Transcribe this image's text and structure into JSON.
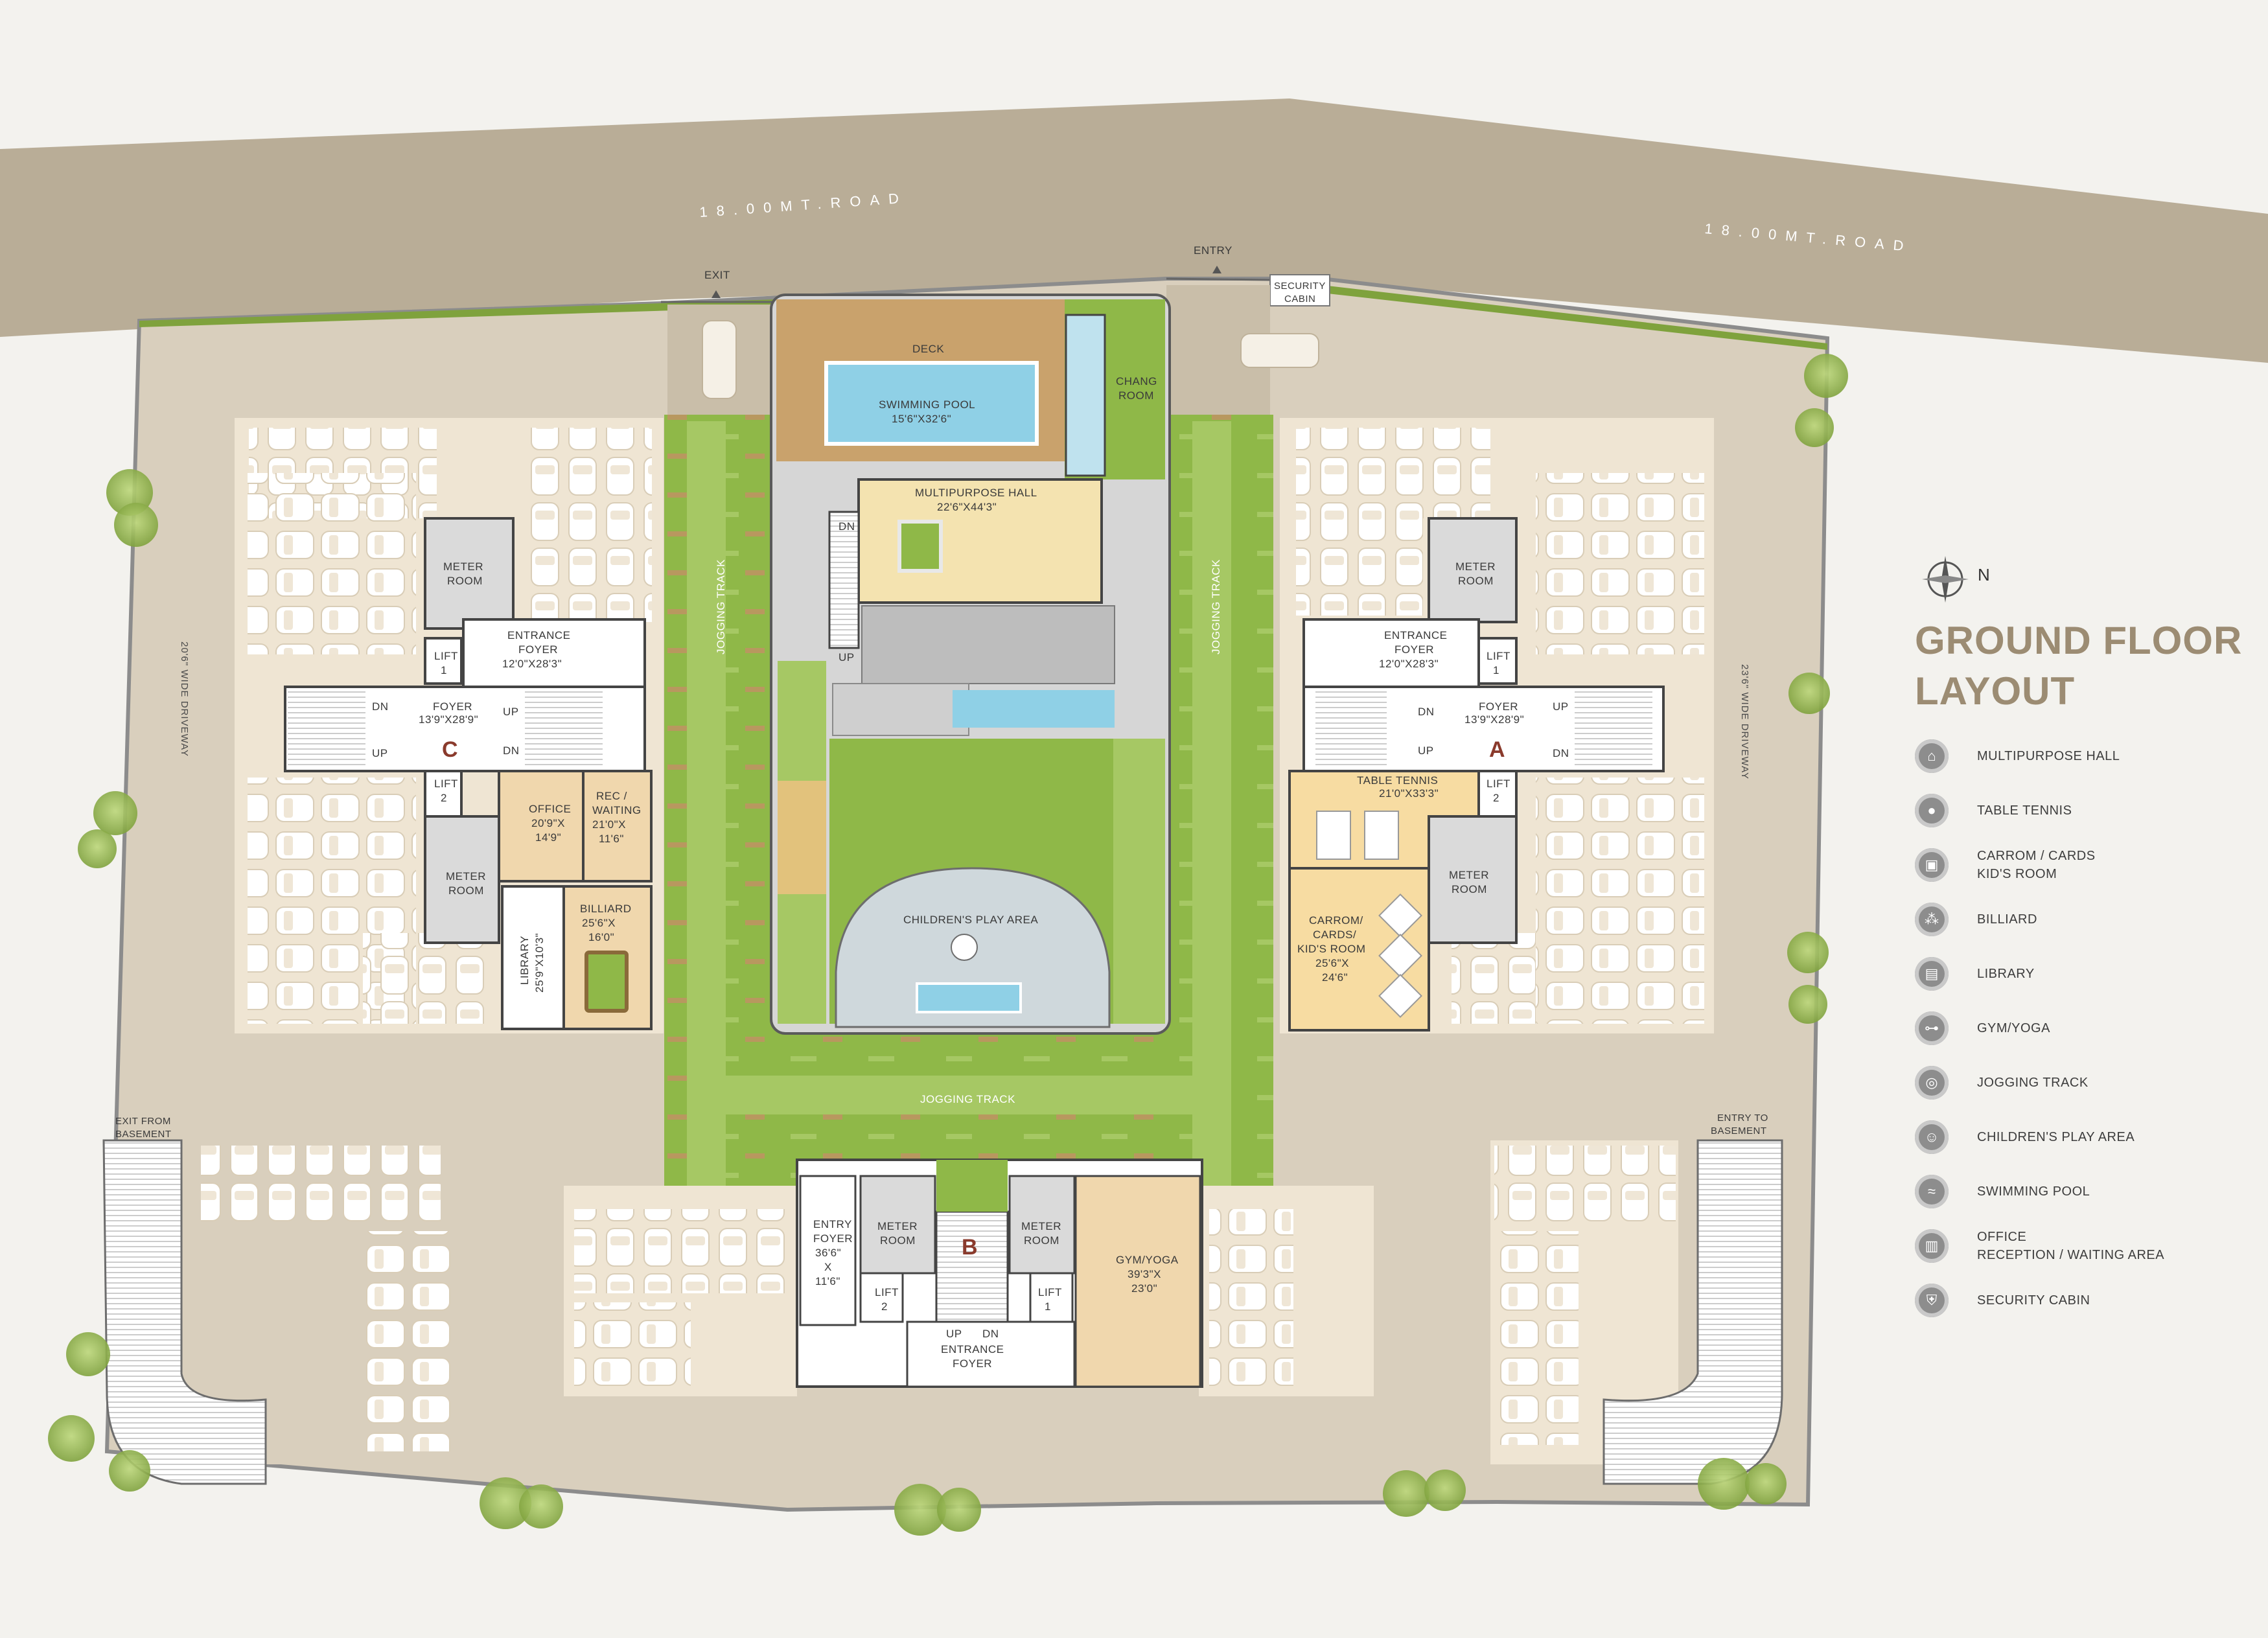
{
  "roads": {
    "label_left": "18.00MT.ROAD",
    "label_right": "18.00MT.ROAD"
  },
  "gates": {
    "exit": "EXIT",
    "entry": "ENTRY",
    "security_cabin_1": "SECURITY",
    "security_cabin_2": "CABIN"
  },
  "driveways": {
    "left": "20'6\" WIDE DRIVEWAY",
    "right": "23'6\" WIDE DRIVEWAY"
  },
  "basement": {
    "exit_l1": "EXIT FROM",
    "exit_l2": "BASEMENT",
    "entry_l1": "ENTRY TO",
    "entry_l2": "BASEMENT"
  },
  "amenities": {
    "deck": "DECK",
    "swimming_pool": "SWIMMING POOL",
    "swimming_pool_size": "15'6\"X32'6\"",
    "chang_room_1": "CHANG",
    "chang_room_2": "ROOM",
    "multipurpose_hall": "MULTIPURPOSE HALL",
    "multipurpose_hall_size": "22'6\"X44'3\"",
    "childrens_play": "CHILDREN'S PLAY AREA",
    "jogging_track": "JOGGING TRACK",
    "dn": "DN",
    "up": "UP"
  },
  "block_c": {
    "letter": "C",
    "meter_1": "METER",
    "meter_2": "ROOM",
    "entrance_foyer_1": "ENTRANCE",
    "entrance_foyer_2": "FOYER",
    "entrance_foyer_size": "12'0\"X28'3\"",
    "lift1_1": "LIFT",
    "lift1_2": "1",
    "foyer": "FOYER",
    "foyer_size": "13'9\"X28'9\"",
    "lift2_1": "LIFT",
    "lift2_2": "2",
    "office": "OFFICE",
    "office_size_1": "20'9\"X",
    "office_size_2": "14'9\"",
    "rec_1": "REC /",
    "rec_2": "WAITING",
    "rec_size_1": "21'0\"X",
    "rec_size_2": "11'6\"",
    "meter2_1": "METER",
    "meter2_2": "ROOM",
    "library": "LIBRARY",
    "library_size": "25'9\"X10'3\"",
    "billiard": "BILLIARD",
    "billiard_size_1": "25'6\"X",
    "billiard_size_2": "16'0\"",
    "dn": "DN",
    "up": "UP"
  },
  "block_a": {
    "letter": "A",
    "meter_1": "METER",
    "meter_2": "ROOM",
    "entrance_foyer_1": "ENTRANCE",
    "entrance_foyer_2": "FOYER",
    "entrance_foyer_size": "12'0\"X28'3\"",
    "lift1_1": "LIFT",
    "lift1_2": "1",
    "foyer": "FOYER",
    "foyer_size": "13'9\"X28'9\"",
    "lift2_1": "LIFT",
    "lift2_2": "2",
    "table_tennis": "TABLE TENNIS",
    "table_tennis_size": "21'0\"X33'3\"",
    "meter2_1": "METER",
    "meter2_2": "ROOM",
    "carrom_1": "CARROM/",
    "carrom_2": "CARDS/",
    "carrom_3": "KID'S ROOM",
    "carrom_size_1": "25'6\"X",
    "carrom_size_2": "24'6\"",
    "dn": "DN",
    "up": "UP"
  },
  "block_b": {
    "letter": "B",
    "entry_foyer_1": "ENTRY",
    "entry_foyer_2": "FOYER",
    "entry_foyer_3": "36'6\"",
    "entry_foyer_4": "X",
    "entry_foyer_5": "11'6\"",
    "meter_1": "METER",
    "meter_2": "ROOM",
    "meter2_1": "METER",
    "meter2_2": "ROOM",
    "lift2_1": "LIFT",
    "lift2_2": "2",
    "lift1_1": "LIFT",
    "lift1_2": "1",
    "gym": "GYM/YOGA",
    "gym_size_1": "39'3\"X",
    "gym_size_2": "23'0\"",
    "entrance_foyer_1": "ENTRANCE",
    "entrance_foyer_2": "FOYER",
    "up": "UP",
    "dn": "DN"
  },
  "legend": {
    "north": "N",
    "title_line1": "GROUND FLOOR",
    "title_line2": "LAYOUT",
    "items": [
      {
        "icon": "multipurpose-hall-icon",
        "glyph": "⌂",
        "label": "MULTIPURPOSE HALL"
      },
      {
        "icon": "table-tennis-icon",
        "glyph": "●",
        "label": "TABLE TENNIS"
      },
      {
        "icon": "carrom-cards-icon",
        "glyph": "▣",
        "label": "CARROM / CARDS\nKID'S ROOM"
      },
      {
        "icon": "billiard-icon",
        "glyph": "⁂",
        "label": "BILLIARD"
      },
      {
        "icon": "library-icon",
        "glyph": "▤",
        "label": "LIBRARY"
      },
      {
        "icon": "gym-yoga-icon",
        "glyph": "⊶",
        "label": "GYM/YOGA"
      },
      {
        "icon": "jogging-track-icon",
        "glyph": "◎",
        "label": "JOGGING TRACK"
      },
      {
        "icon": "childrens-play-area-icon",
        "glyph": "☺",
        "label": "CHILDREN'S  PLAY AREA"
      },
      {
        "icon": "swimming-pool-icon",
        "glyph": "≈",
        "label": "SWIMMING POOL"
      },
      {
        "icon": "office-reception-icon",
        "glyph": "▥",
        "label": "OFFICE\nRECEPTION / WAITING AREA"
      },
      {
        "icon": "security-cabin-icon",
        "glyph": "⛨",
        "label": "SECURITY CABIN"
      }
    ]
  },
  "colors": {
    "road": "#b9ad97",
    "site": "#d9cfbd",
    "parking": "#efe5d3",
    "lawn": "#8fb848",
    "building": "#f2eee6",
    "pool": "#8fd0e6",
    "hall": "#f4e3b0",
    "accent": "#9c8c73"
  }
}
